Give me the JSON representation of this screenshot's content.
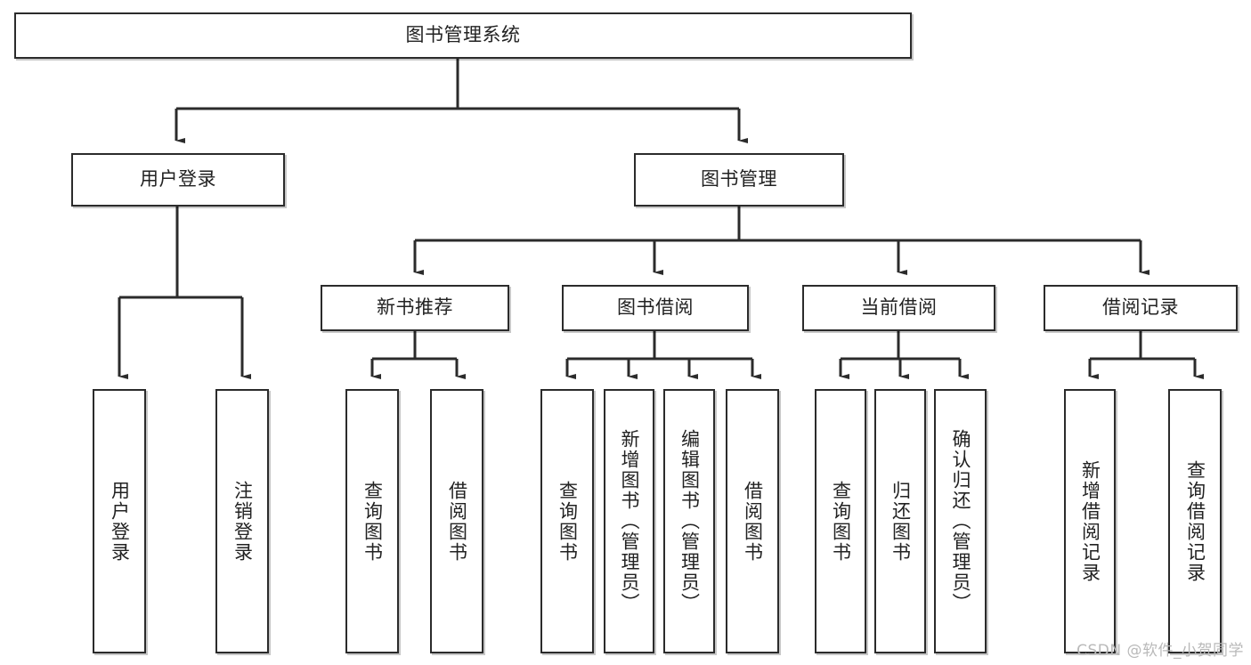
{
  "diagram": {
    "title": "图书管理系统",
    "orientation": "top-down-tree",
    "watermark": "CSDN @软件_小贺同学",
    "colors": {
      "box_border": "#2b2b2b",
      "box_fill": "#ffffff",
      "connector": "#2b2b2b",
      "text": "#222222",
      "watermark": "#b9b9b9"
    },
    "nodes": {
      "root": {
        "label": "图书管理系统",
        "level": 1,
        "orientation": "horizontal"
      },
      "user_login": {
        "label": "用户登录",
        "level": 2,
        "orientation": "horizontal"
      },
      "book_admin": {
        "label": "图书管理",
        "level": 2,
        "orientation": "horizontal"
      },
      "new_book_rec": {
        "label": "新书推荐",
        "level": 3,
        "orientation": "horizontal"
      },
      "book_borrow": {
        "label": "图书借阅",
        "level": 3,
        "orientation": "horizontal"
      },
      "current_borrow": {
        "label": "当前借阅",
        "level": 3,
        "orientation": "horizontal"
      },
      "borrow_record": {
        "label": "借阅记录",
        "level": 3,
        "orientation": "horizontal"
      },
      "leaf_user_login": {
        "label": "用户登录",
        "level": 4,
        "orientation": "vertical"
      },
      "leaf_logout": {
        "label": "注销登录",
        "level": 4,
        "orientation": "vertical"
      },
      "leaf_query_book_1": {
        "label": "查询图书",
        "level": 4,
        "orientation": "vertical"
      },
      "leaf_borrow_book_1": {
        "label": "借阅图书",
        "level": 4,
        "orientation": "vertical"
      },
      "leaf_query_book_2": {
        "label": "查询图书",
        "level": 4,
        "orientation": "vertical"
      },
      "leaf_add_book": {
        "label": "新增图书（管理员）",
        "level": 4,
        "orientation": "vertical"
      },
      "leaf_edit_book": {
        "label": "编辑图书（管理员）",
        "level": 4,
        "orientation": "vertical"
      },
      "leaf_borrow_book_2": {
        "label": "借阅图书",
        "level": 4,
        "orientation": "vertical"
      },
      "leaf_query_book_3": {
        "label": "查询图书",
        "level": 4,
        "orientation": "vertical"
      },
      "leaf_return_book": {
        "label": "归还图书",
        "level": 4,
        "orientation": "vertical"
      },
      "leaf_confirm_return": {
        "label": "确认归还（管理员）",
        "level": 4,
        "orientation": "vertical"
      },
      "leaf_add_record": {
        "label": "新增借阅记录",
        "level": 4,
        "orientation": "vertical"
      },
      "leaf_query_record": {
        "label": "查询借阅记录",
        "level": 4,
        "orientation": "vertical"
      }
    },
    "edges": [
      {
        "from": "root",
        "to": "user_login"
      },
      {
        "from": "root",
        "to": "book_admin"
      },
      {
        "from": "user_login",
        "to": "leaf_user_login"
      },
      {
        "from": "user_login",
        "to": "leaf_logout"
      },
      {
        "from": "book_admin",
        "to": "new_book_rec"
      },
      {
        "from": "book_admin",
        "to": "book_borrow"
      },
      {
        "from": "book_admin",
        "to": "current_borrow"
      },
      {
        "from": "book_admin",
        "to": "borrow_record"
      },
      {
        "from": "new_book_rec",
        "to": "leaf_query_book_1"
      },
      {
        "from": "new_book_rec",
        "to": "leaf_borrow_book_1"
      },
      {
        "from": "book_borrow",
        "to": "leaf_query_book_2"
      },
      {
        "from": "book_borrow",
        "to": "leaf_add_book"
      },
      {
        "from": "book_borrow",
        "to": "leaf_edit_book"
      },
      {
        "from": "book_borrow",
        "to": "leaf_borrow_book_2"
      },
      {
        "from": "current_borrow",
        "to": "leaf_query_book_3"
      },
      {
        "from": "current_borrow",
        "to": "leaf_return_book"
      },
      {
        "from": "current_borrow",
        "to": "leaf_confirm_return"
      },
      {
        "from": "borrow_record",
        "to": "leaf_add_record"
      },
      {
        "from": "borrow_record",
        "to": "leaf_query_record"
      }
    ]
  }
}
